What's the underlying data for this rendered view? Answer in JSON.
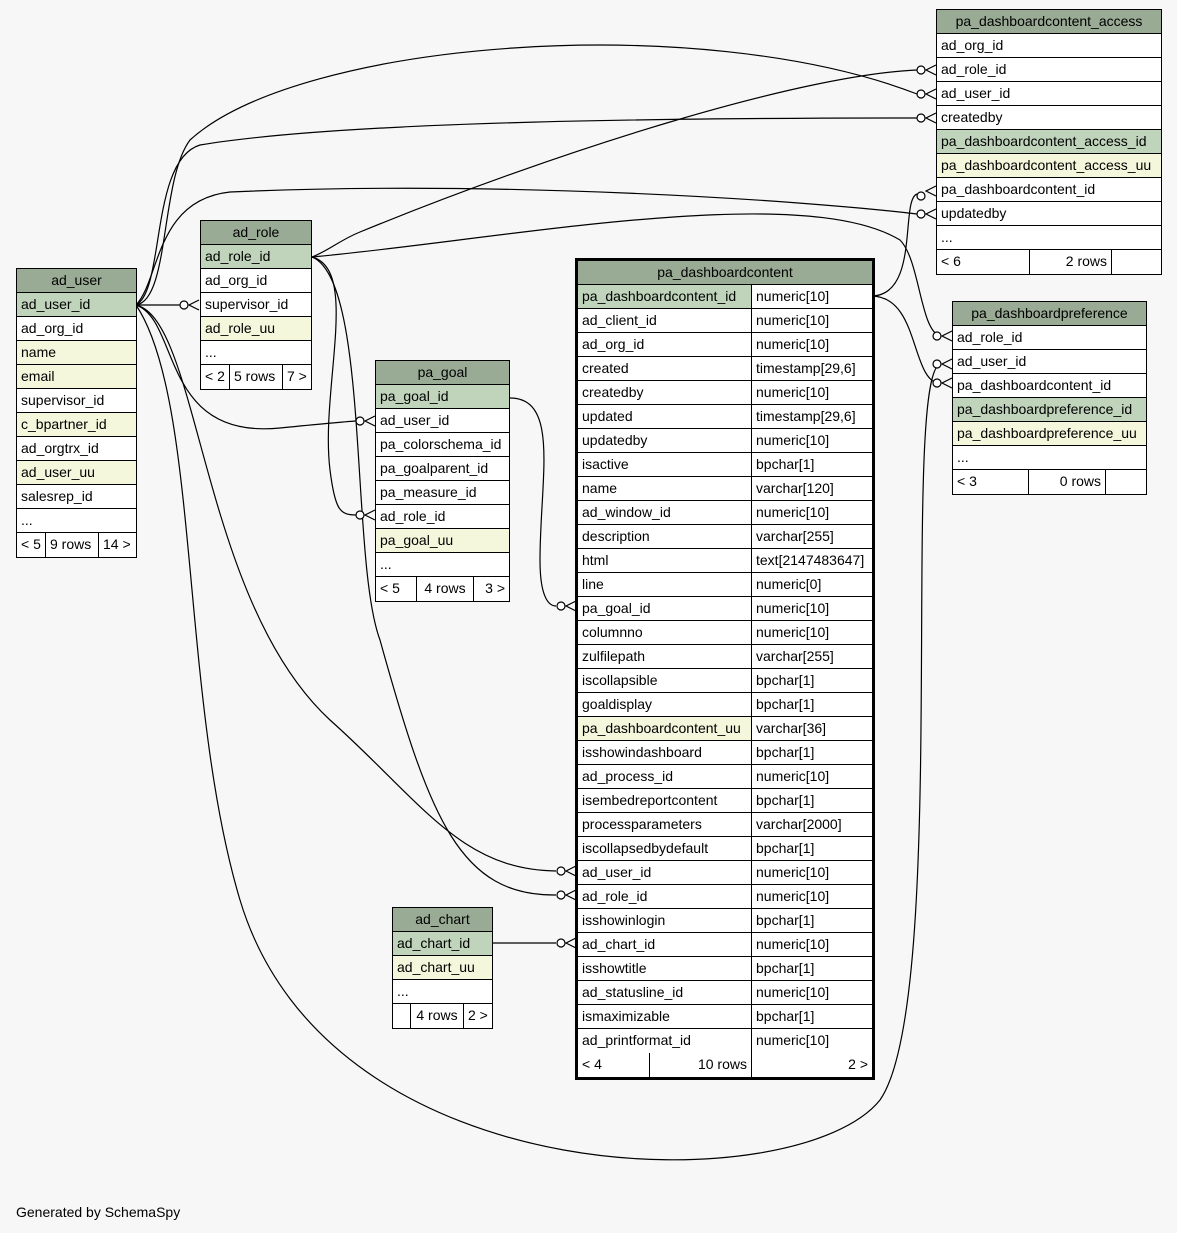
{
  "footer": "Generated by SchemaSpy",
  "tables": {
    "ad_user": {
      "name": "ad_user",
      "columns": [
        "ad_user_id",
        "ad_org_id",
        "name",
        "email",
        "supervisor_id",
        "c_bpartner_id",
        "ad_orgtrx_id",
        "ad_user_uu",
        "salesrep_id",
        "..."
      ],
      "footer": [
        "< 5",
        "9 rows",
        "14 >"
      ]
    },
    "ad_role": {
      "name": "ad_role",
      "columns": [
        "ad_role_id",
        "ad_org_id",
        "supervisor_id",
        "ad_role_uu",
        "..."
      ],
      "footer": [
        "< 2",
        "5 rows",
        "7 >"
      ]
    },
    "pa_goal": {
      "name": "pa_goal",
      "columns": [
        "pa_goal_id",
        "ad_user_id",
        "pa_colorschema_id",
        "pa_goalparent_id",
        "pa_measure_id",
        "ad_role_id",
        "pa_goal_uu",
        "..."
      ],
      "footer": [
        "< 5",
        "4 rows",
        "3 >"
      ]
    },
    "ad_chart": {
      "name": "ad_chart",
      "columns": [
        "ad_chart_id",
        "ad_chart_uu",
        "..."
      ],
      "footer": [
        "",
        "4 rows",
        "2 >"
      ]
    },
    "pa_dashboardcontent_access": {
      "name": "pa_dashboardcontent_access",
      "columns": [
        "ad_org_id",
        "ad_role_id",
        "ad_user_id",
        "createdby",
        "pa_dashboardcontent_access_id",
        "pa_dashboardcontent_access_uu",
        "pa_dashboardcontent_id",
        "updatedby",
        "..."
      ],
      "footer": [
        "< 6",
        "2 rows",
        ""
      ]
    },
    "pa_dashboardpreference": {
      "name": "pa_dashboardpreference",
      "columns": [
        "ad_role_id",
        "ad_user_id",
        "pa_dashboardcontent_id",
        "pa_dashboardpreference_id",
        "pa_dashboardpreference_uu",
        "..."
      ],
      "footer": [
        "< 3",
        "0 rows",
        ""
      ]
    },
    "pa_dashboardcontent": {
      "name": "pa_dashboardcontent",
      "columns": [
        [
          "pa_dashboardcontent_id",
          "numeric[10]"
        ],
        [
          "ad_client_id",
          "numeric[10]"
        ],
        [
          "ad_org_id",
          "numeric[10]"
        ],
        [
          "created",
          "timestamp[29,6]"
        ],
        [
          "createdby",
          "numeric[10]"
        ],
        [
          "updated",
          "timestamp[29,6]"
        ],
        [
          "updatedby",
          "numeric[10]"
        ],
        [
          "isactive",
          "bpchar[1]"
        ],
        [
          "name",
          "varchar[120]"
        ],
        [
          "ad_window_id",
          "numeric[10]"
        ],
        [
          "description",
          "varchar[255]"
        ],
        [
          "html",
          "text[2147483647]"
        ],
        [
          "line",
          "numeric[0]"
        ],
        [
          "pa_goal_id",
          "numeric[10]"
        ],
        [
          "columnno",
          "numeric[10]"
        ],
        [
          "zulfilepath",
          "varchar[255]"
        ],
        [
          "iscollapsible",
          "bpchar[1]"
        ],
        [
          "goaldisplay",
          "bpchar[1]"
        ],
        [
          "pa_dashboardcontent_uu",
          "varchar[36]"
        ],
        [
          "isshowindashboard",
          "bpchar[1]"
        ],
        [
          "ad_process_id",
          "numeric[10]"
        ],
        [
          "isembedreportcontent",
          "bpchar[1]"
        ],
        [
          "processparameters",
          "varchar[2000]"
        ],
        [
          "iscollapsedbydefault",
          "bpchar[1]"
        ],
        [
          "ad_user_id",
          "numeric[10]"
        ],
        [
          "ad_role_id",
          "numeric[10]"
        ],
        [
          "isshowinlogin",
          "bpchar[1]"
        ],
        [
          "ad_chart_id",
          "numeric[10]"
        ],
        [
          "isshowtitle",
          "bpchar[1]"
        ],
        [
          "ad_statusline_id",
          "numeric[10]"
        ],
        [
          "ismaximizable",
          "bpchar[1]"
        ],
        [
          "ad_printformat_id",
          "numeric[10]"
        ]
      ],
      "footer": [
        "< 4",
        "10 rows",
        "2 >"
      ]
    }
  }
}
